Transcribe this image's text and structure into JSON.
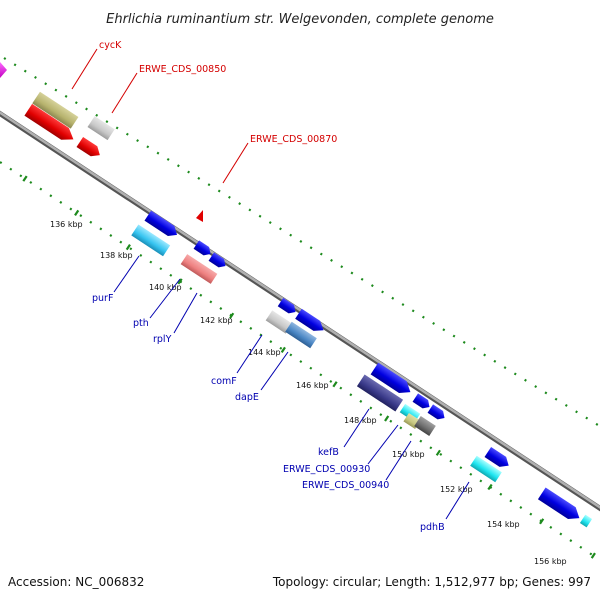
{
  "title": "Ehrlichia ruminantium str. Welgevonden, complete genome",
  "accession": "Accession: NC_006832",
  "topology": "Topology: circular; Length: 1,512,977 bp; Genes: 997",
  "colors": {
    "backbone": "#8c8c8c",
    "ticks": "#1d8a1d",
    "label_red": "#d40000",
    "label_blue": "#0000b0"
  },
  "ticks": [
    "136 kbp",
    "138 kbp",
    "140 kbp",
    "142 kbp",
    "144 kbp",
    "146 kbp",
    "148 kbp",
    "150 kbp",
    "152 kbp",
    "154 kbp",
    "156 kbp"
  ],
  "labels_red": [
    "cycK",
    "ERWE_CDS_00850",
    "ERWE_CDS_00870"
  ],
  "labels_blue": [
    "purF",
    "pth",
    "rplY",
    "comF",
    "dapE",
    "kefB",
    "ERWE_CDS_00930",
    "ERWE_CDS_00940",
    "pdhB"
  ]
}
